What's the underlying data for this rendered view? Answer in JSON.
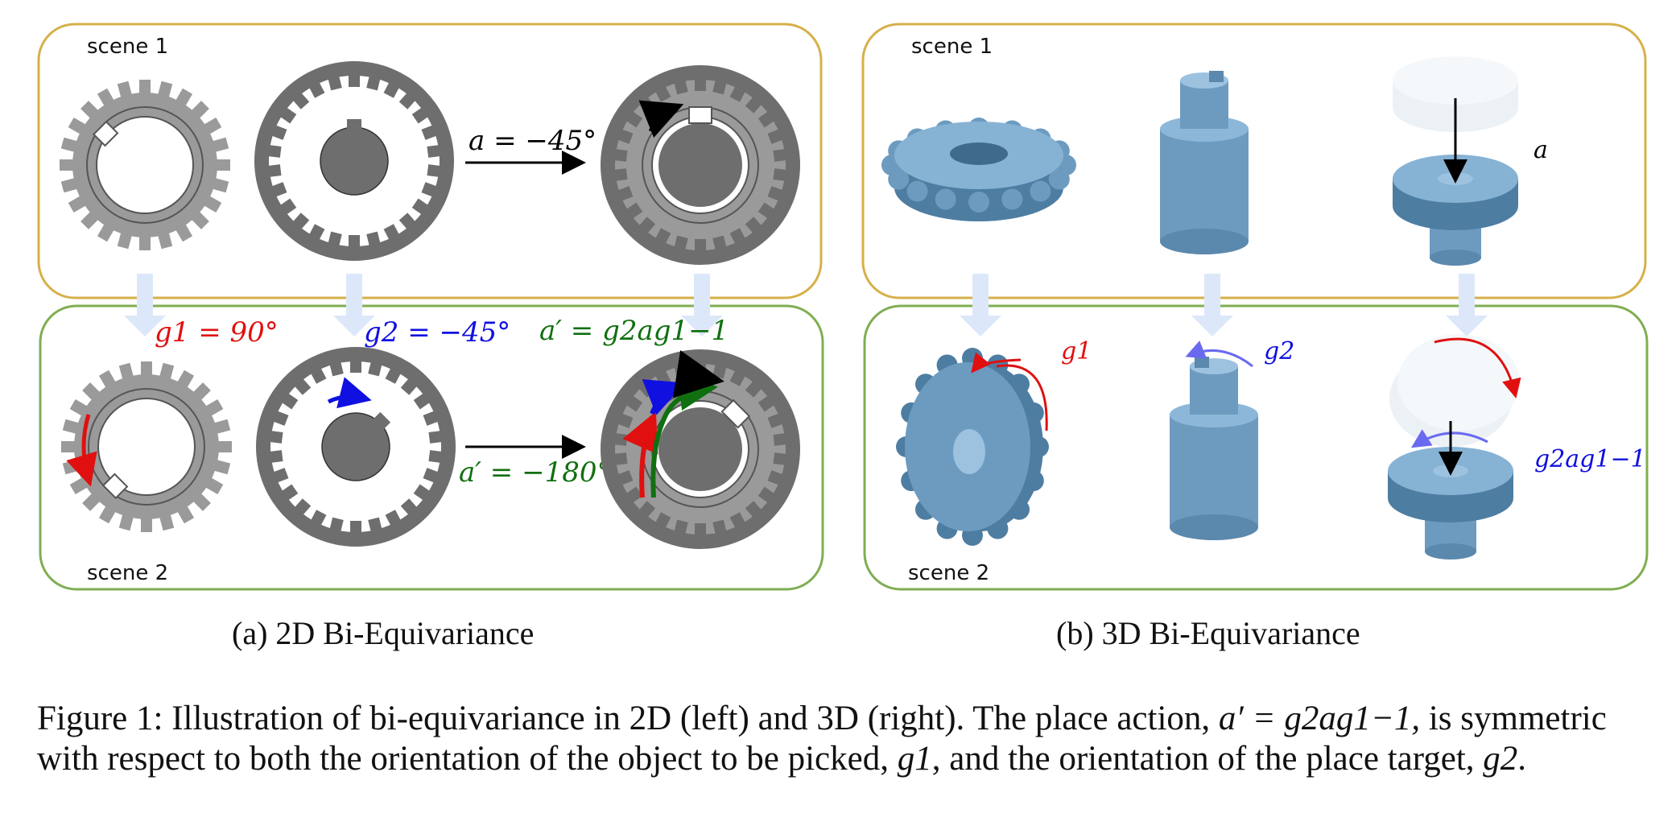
{
  "panel_a": {
    "scene1_label": "scene 1",
    "scene2_label": "scene 2",
    "action_label": "a = −45°",
    "g1_label": "g1 = 90°",
    "g2_label": "g2 = −45°",
    "a_prime_formula": "a′ = g2ag1−1",
    "a_prime_value": "a′ = −180°",
    "caption": "(a) 2D Bi-Equivariance"
  },
  "panel_b": {
    "scene1_label": "scene 1",
    "scene2_label": "scene 2",
    "a_label": "a",
    "g1_label": "g1",
    "g2_label": "g2",
    "formula_label": "g2ag1−1",
    "caption": "(b) 3D Bi-Equivariance"
  },
  "figure_caption": {
    "prefix": "Figure 1: Illustration of bi-equivariance in 2D (left) and 3D (right). The place action,",
    "formula": "a′ = g2ag1−1,",
    "middle": "is symmetric with respect to both the orientation of the object to be picked,",
    "g1": "g1",
    "middle2": ", and the orientation of the place target,",
    "g2": "g2",
    "suffix": "."
  },
  "colors": {
    "panel_top_border": "#d6b04a",
    "panel_bottom_border": "#7fae52",
    "flow_arrow": "#dce8fa",
    "gear_2d": "#9a9a9a",
    "gear_2d_dark": "#6e6e6e",
    "gear_3d": "#7aa5c8",
    "red": "#e01010",
    "blue": "#1010e0",
    "green": "#107010"
  }
}
